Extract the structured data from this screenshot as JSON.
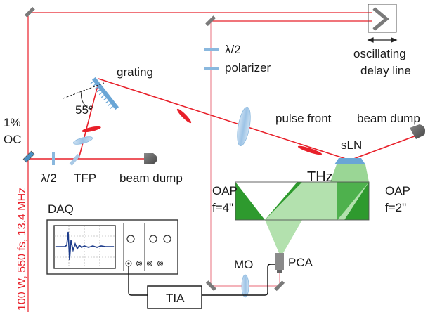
{
  "labels": {
    "lambda_half_top": "λ/2",
    "polarizer": "polarizer",
    "oscillating": "oscillating",
    "delay_line": "delay line",
    "grating": "grating",
    "angle": "55°",
    "pulse_front": "pulse front",
    "beam_dump_right": "beam dump",
    "one_percent": "1%",
    "oc": "OC",
    "sln": "sLN",
    "lambda_half_left": "λ/2",
    "tfp": "TFP",
    "beam_dump_left": "beam dump",
    "thz": "THz",
    "oap_left": "OAP",
    "oap_left_f": "f=4\"",
    "oap_right": "OAP",
    "oap_right_f": "f=2\"",
    "daq": "DAQ",
    "mo": "MO",
    "pca": "PCA",
    "tia": "TIA",
    "laser_spec": "100 W, 550 fs, 13.4 MHz"
  },
  "colors": {
    "laser_beam": "#e8202a",
    "probe_beam": "#f0a0a8",
    "thz_dark": "#2e9a2e",
    "thz_light": "#8fd18a",
    "optic_blue": "#8ab8de",
    "mirror_gray": "#808080"
  }
}
